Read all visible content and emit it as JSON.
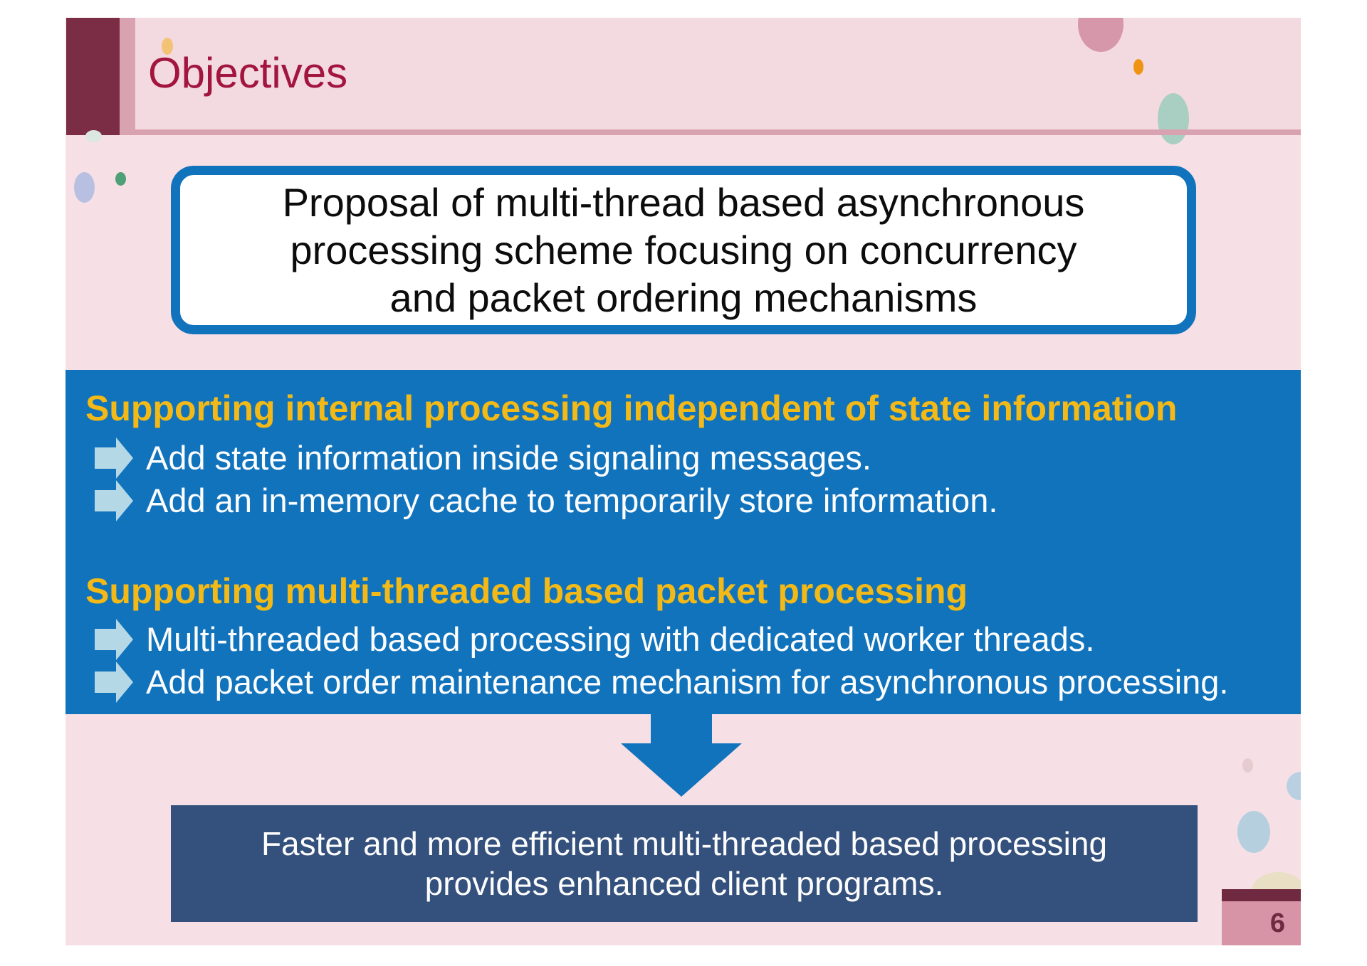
{
  "slide": {
    "title": "Objectives",
    "page_number": "6",
    "proposal": {
      "lines": [
        "Proposal of multi-thread based asynchronous",
        "processing scheme focusing on concurrency",
        "and packet ordering mechanisms"
      ]
    },
    "sections": [
      {
        "heading": "Supporting internal processing independent of state information",
        "bullets": [
          "Add state information inside signaling messages.",
          "Add an in-memory cache to temporarily store information."
        ]
      },
      {
        "heading": "Supporting multi-threaded based packet processing",
        "bullets": [
          "Multi-threaded based processing with dedicated worker threads.",
          "Add packet order maintenance mechanism for asynchronous processing."
        ]
      }
    ],
    "conclusion": {
      "lines": [
        "Faster and more efficient multi-threaded based processing",
        "provides enhanced client programs."
      ]
    },
    "colors": {
      "slide_background": "#f7e0e5",
      "header_band": "#f3d9e0",
      "maroon_accent": "#7b2d45",
      "dusty_rose": "#d9a2b1",
      "title_text": "#a2153e",
      "panel_blue": "#1173bc",
      "heading_gold": "#f2b917",
      "bullet_arrow_blue": "#b5d8e6",
      "conclusion_navy": "#34507c",
      "page_tab_pink": "#d694a6",
      "page_tab_maroon": "#6f2940"
    }
  }
}
